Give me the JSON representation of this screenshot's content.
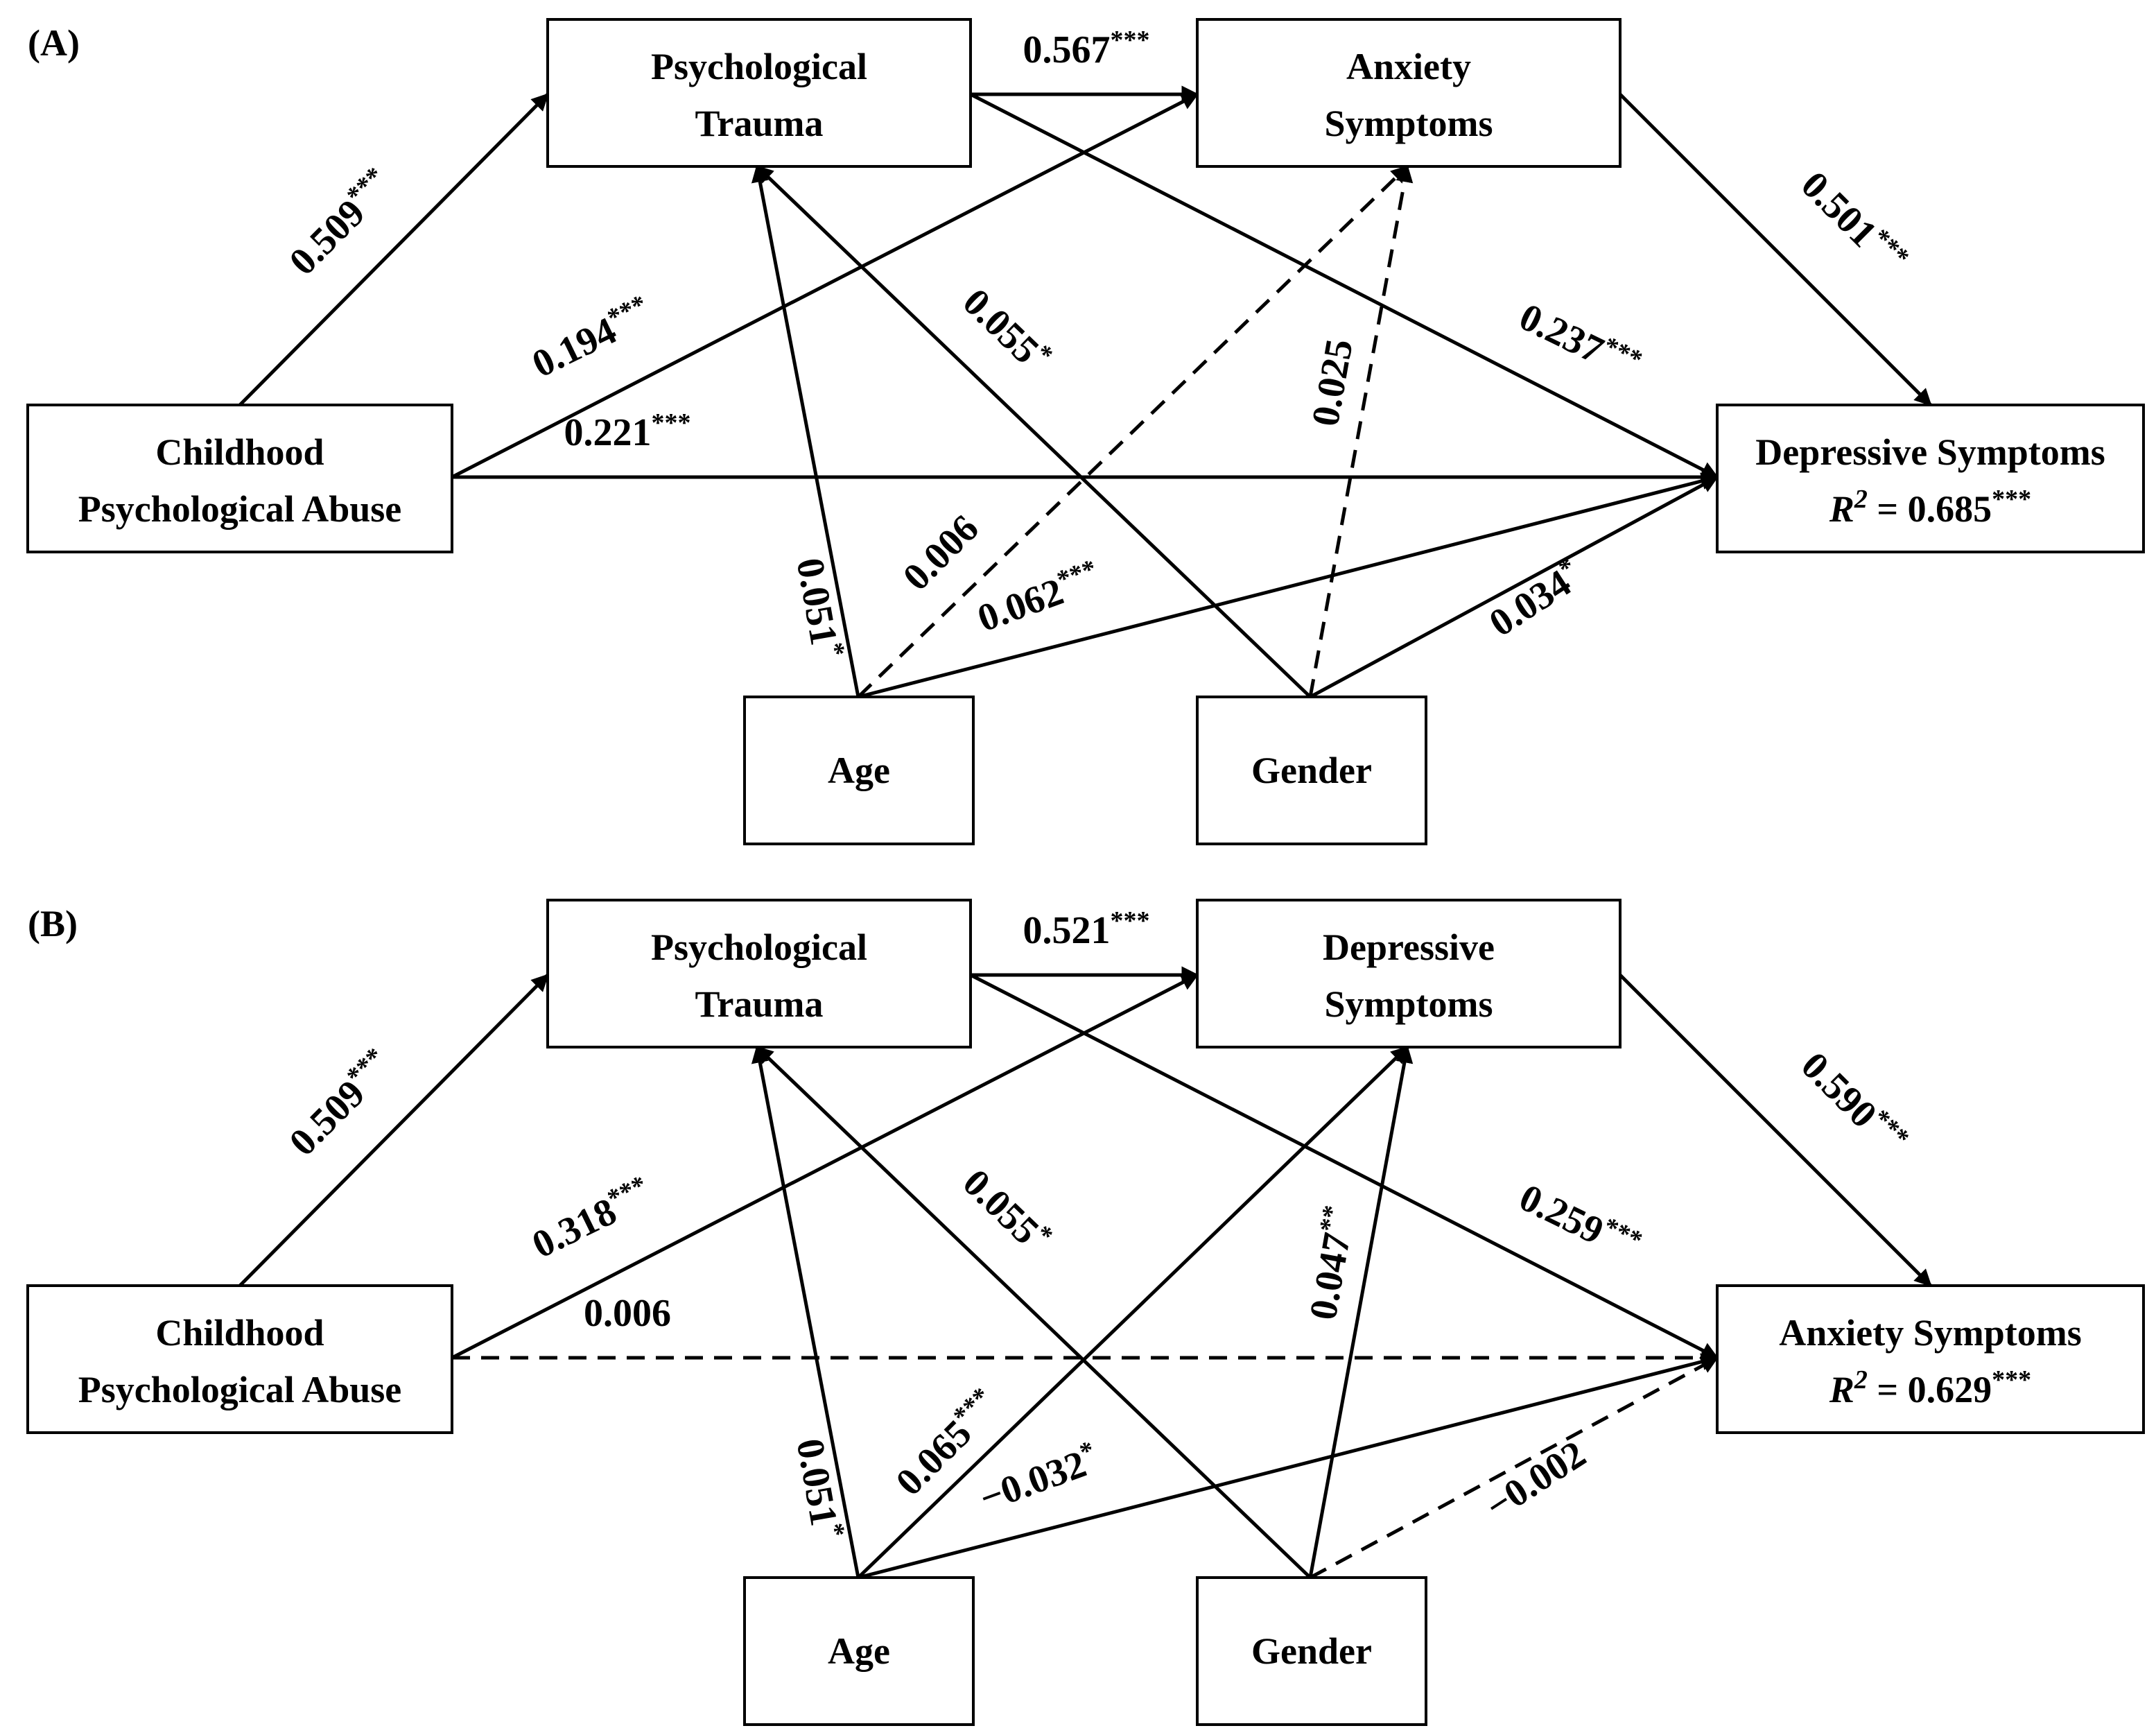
{
  "panels": [
    {
      "id": "A",
      "label": "(A)",
      "nodes": {
        "abuse": [
          "Childhood",
          "Psychological Abuse"
        ],
        "trauma": [
          "Psychological",
          "Trauma"
        ],
        "mediator2": [
          "Anxiety",
          "Symptoms"
        ],
        "outcome": "Depressive Symptoms",
        "r2": {
          "prefix": "R",
          "sup": "2",
          "value": " = 0.685",
          "stars": "***"
        },
        "age": "Age",
        "gender": "Gender"
      },
      "edges": [
        {
          "from": "abuse",
          "to": "trauma",
          "coef": "0.509",
          "stars": "***",
          "significant": true
        },
        {
          "from": "trauma",
          "to": "mediator2",
          "coef": "0.567",
          "stars": "***",
          "significant": true
        },
        {
          "from": "mediator2",
          "to": "outcome",
          "coef": "0.501",
          "stars": "***",
          "significant": true
        },
        {
          "from": "abuse",
          "to": "mediator2",
          "coef": "0.194",
          "stars": "***",
          "significant": true
        },
        {
          "from": "abuse",
          "to": "outcome",
          "coef": "0.221",
          "stars": "***",
          "significant": true
        },
        {
          "from": "trauma",
          "to": "outcome",
          "coef": "0.237",
          "stars": "***",
          "significant": true
        },
        {
          "from": "gender",
          "to": "trauma",
          "coef": "0.055",
          "stars": "*",
          "significant": true
        },
        {
          "from": "age",
          "to": "trauma",
          "coef": "0.051",
          "stars": "*",
          "significant": true
        },
        {
          "from": "age",
          "to": "mediator2",
          "coef": "0.006",
          "stars": "",
          "significant": false
        },
        {
          "from": "gender",
          "to": "mediator2",
          "coef": "0.025",
          "stars": "",
          "significant": false
        },
        {
          "from": "age",
          "to": "outcome",
          "coef": "0.062",
          "stars": "***",
          "significant": true
        },
        {
          "from": "gender",
          "to": "outcome",
          "coef": "0.034",
          "stars": "*",
          "significant": true
        }
      ]
    },
    {
      "id": "B",
      "label": "(B)",
      "nodes": {
        "abuse": [
          "Childhood",
          "Psychological Abuse"
        ],
        "trauma": [
          "Psychological",
          "Trauma"
        ],
        "mediator2": [
          "Depressive",
          "Symptoms"
        ],
        "outcome": "Anxiety Symptoms",
        "r2": {
          "prefix": "R",
          "sup": "2",
          "value": " = 0.629",
          "stars": "***"
        },
        "age": "Age",
        "gender": "Gender"
      },
      "edges": [
        {
          "from": "abuse",
          "to": "trauma",
          "coef": "0.509",
          "stars": "***",
          "significant": true
        },
        {
          "from": "trauma",
          "to": "mediator2",
          "coef": "0.521",
          "stars": "***",
          "significant": true
        },
        {
          "from": "mediator2",
          "to": "outcome",
          "coef": "0.590",
          "stars": "***",
          "significant": true
        },
        {
          "from": "abuse",
          "to": "mediator2",
          "coef": "0.318",
          "stars": "***",
          "significant": true
        },
        {
          "from": "abuse",
          "to": "outcome",
          "coef": "0.006",
          "stars": "",
          "significant": false
        },
        {
          "from": "trauma",
          "to": "outcome",
          "coef": "0.259",
          "stars": "***",
          "significant": true
        },
        {
          "from": "gender",
          "to": "trauma",
          "coef": "0.055",
          "stars": "*",
          "significant": true
        },
        {
          "from": "age",
          "to": "trauma",
          "coef": "0.051",
          "stars": "*",
          "significant": true
        },
        {
          "from": "age",
          "to": "mediator2",
          "coef": "0.065",
          "stars": "***",
          "significant": true
        },
        {
          "from": "gender",
          "to": "mediator2",
          "coef": "0.047",
          "stars": "**",
          "significant": true
        },
        {
          "from": "age",
          "to": "outcome",
          "coef": "−0.032",
          "stars": "*",
          "significant": true
        },
        {
          "from": "gender",
          "to": "outcome",
          "coef": "−0.002",
          "stars": "",
          "significant": false
        }
      ]
    }
  ]
}
